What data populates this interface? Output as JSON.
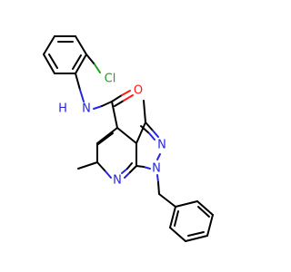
{
  "molecule": {
    "atoms": {
      "nh": "H",
      "n_amide": "N",
      "o_carbonyl": "O",
      "cl": "Cl",
      "n_pyrazole_2": "N",
      "n_pyrazole_1": "N",
      "n_pyridine": "N"
    },
    "colors": {
      "carbon_bond": "#000000",
      "nitrogen": "#2626e0",
      "oxygen": "#ff1a1a",
      "chlorine": "#1ea01e"
    }
  }
}
